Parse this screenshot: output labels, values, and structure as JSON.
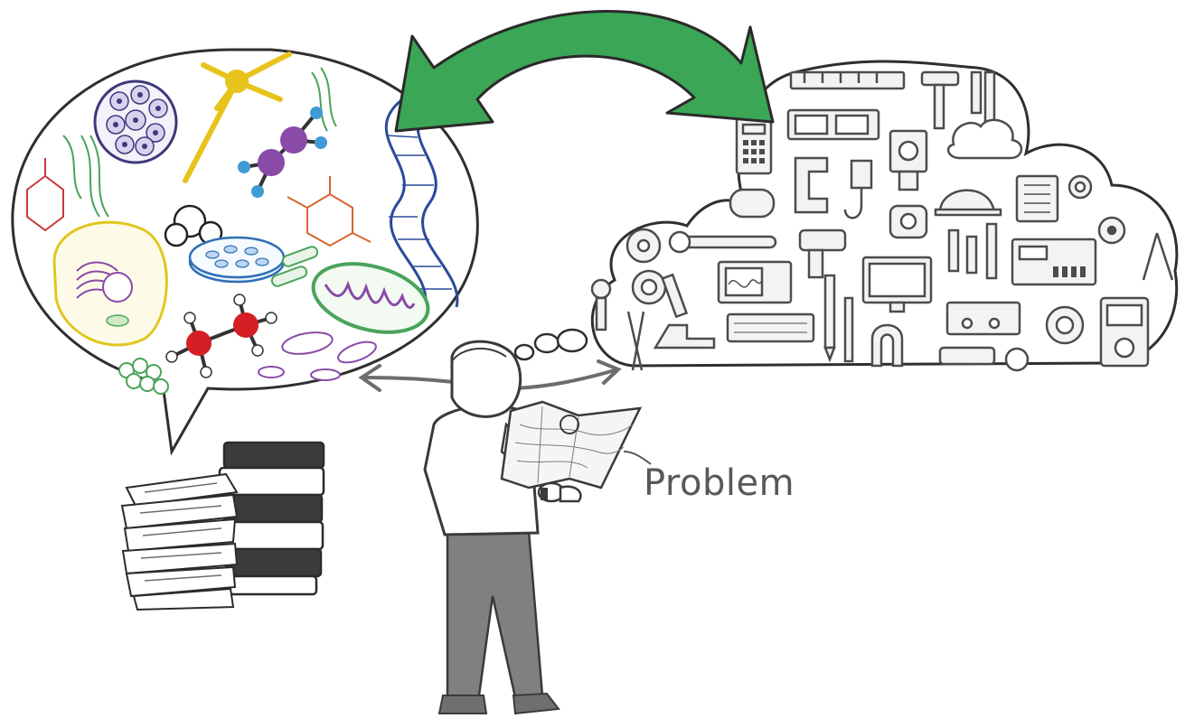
{
  "label": {
    "problem": "Problem"
  },
  "icons": {
    "science_bubble": "speech-bubble-science-doodles",
    "engineering_cloud": "thought-cloud-tools-and-devices",
    "exchange_arrow": "double-headed-curved-arrow",
    "person": "person-reading-map",
    "books": "stack-of-books-and-papers"
  },
  "colors": {
    "arrow": "#3aa656",
    "arrow_outline": "#2a2a2a",
    "outline": "#333333",
    "pants": "#7f817f",
    "ink_gray": "#6b6e6c"
  }
}
